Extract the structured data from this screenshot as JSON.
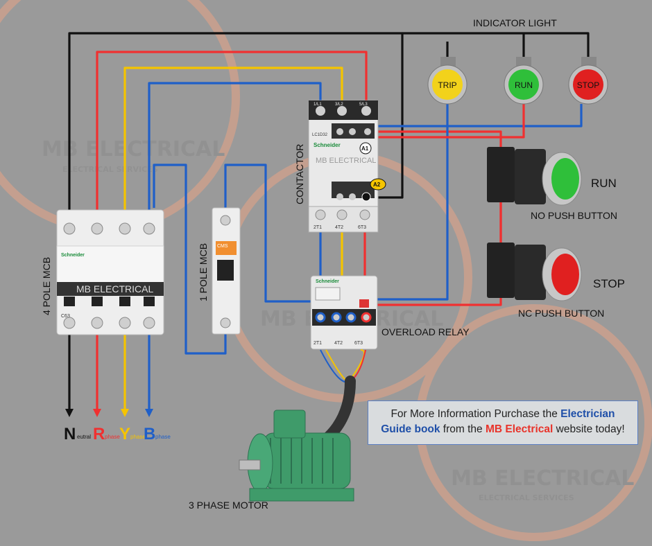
{
  "watermark": {
    "brand": "MB ELECTRICAL",
    "sub": "ELECTRICAL SERVICES"
  },
  "labels": {
    "indicator_light": "INDICATOR LIGHT",
    "contactor": "CONTACTOR",
    "mcb4": "4 POLE MCB",
    "mcb1": "1 POLE MCB",
    "overload_relay": "OVERLOAD RELAY",
    "motor": "3 PHASE  MOTOR",
    "run_button": "RUN",
    "stop_button": "STOP",
    "no_push_button": "NO PUSH BUTTON",
    "nc_push_button": "NC PUSH BUTTON"
  },
  "lamps": [
    {
      "label": "TRIP",
      "color": "#f2d21b"
    },
    {
      "label": "RUN",
      "color": "#2fbf3a"
    },
    {
      "label": "STOP",
      "color": "#e02020"
    }
  ],
  "terminals": {
    "a1": "A1",
    "a2": "A2",
    "c_top": [
      "1/L1",
      "3/L2",
      "5/L3"
    ],
    "c_bottom": [
      "2T1",
      "4T2",
      "6T3"
    ],
    "ol_bottom": [
      "2T1",
      "4T2",
      "6T3"
    ]
  },
  "device_text": {
    "contactor_brand": "Schneider",
    "contactor_model": "LC1D32",
    "contactor_body": "MB ELECTRICAL",
    "mcb4_brand": "Schneider",
    "mcb4_body": "MB ELECTRICAL",
    "mcb4_rating": "C63",
    "mcb1_brand": "CMS",
    "overload_brand": "Schneider"
  },
  "phases": [
    {
      "letter": "N",
      "suffix": "eutral",
      "color": "#111111"
    },
    {
      "letter": "R",
      "suffix": "phase",
      "color": "#f03030"
    },
    {
      "letter": "Y",
      "suffix": "phase",
      "color": "#f5c400"
    },
    {
      "letter": "B",
      "suffix": "phase",
      "color": "#1f5fc8"
    }
  ],
  "info_box": {
    "line1_pre": "For More Information Purchase the ",
    "line1_em": "Electrician",
    "line2_em": "Guide book",
    "line2_mid": " from the ",
    "line2_brand": "MB Electrical",
    "line2_post": " website today!"
  },
  "colors": {
    "neutral": "#111111",
    "r": "#f03030",
    "y": "#f5c400",
    "b": "#1f5fc8"
  }
}
